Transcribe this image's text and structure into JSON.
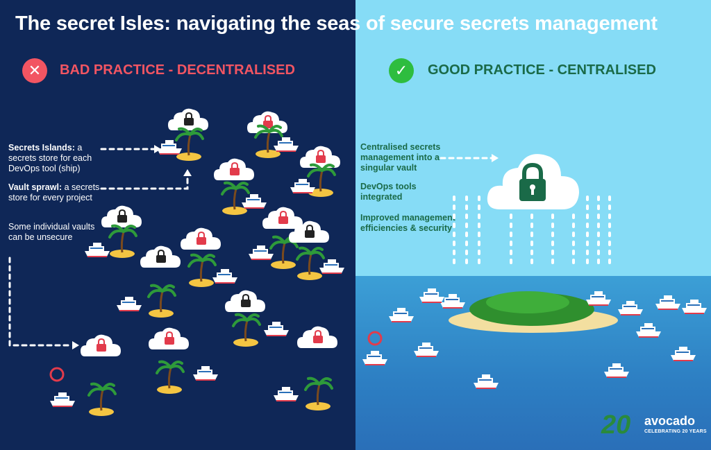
{
  "title": "The secret Isles: navigating the seas of secure secrets management",
  "bad": {
    "header": "BAD PRACTICE - DECENTRALISED",
    "points": [
      {
        "bold": "Secrets Islands:",
        "text": " a secrets store for each DevOps tool (ship)"
      },
      {
        "bold": "Vault sprawl:",
        "text": " a secrets store for every project"
      },
      {
        "bold": "",
        "text": "Some individual vaults can be unsecure"
      }
    ],
    "colors": {
      "background": "#0f2757",
      "accent": "#f25562"
    }
  },
  "good": {
    "header": "GOOD PRACTICE - CENTRALISED",
    "points": [
      "Centralised secrets management into a singular vault",
      "DevOps tools integrated",
      "Improved management efficiencies & security"
    ],
    "colors": {
      "sky": "#86dcf6",
      "sea": "#2d7fc3",
      "accent": "#1a6a48",
      "check": "#2ebd3f"
    }
  },
  "logo": {
    "number": "20",
    "name": "avocado",
    "tagline": "CELEBRATING 20 YEARS"
  },
  "icons": [
    "close-icon",
    "check-icon",
    "lock-icon",
    "cloud-icon",
    "palm-tree-icon",
    "island-icon",
    "ship-icon",
    "kubernetes-icon",
    "ansible-icon",
    "gitlab-icon",
    "jenkins-icon",
    "vault-icon",
    "terraform-icon",
    "docker-icon"
  ]
}
